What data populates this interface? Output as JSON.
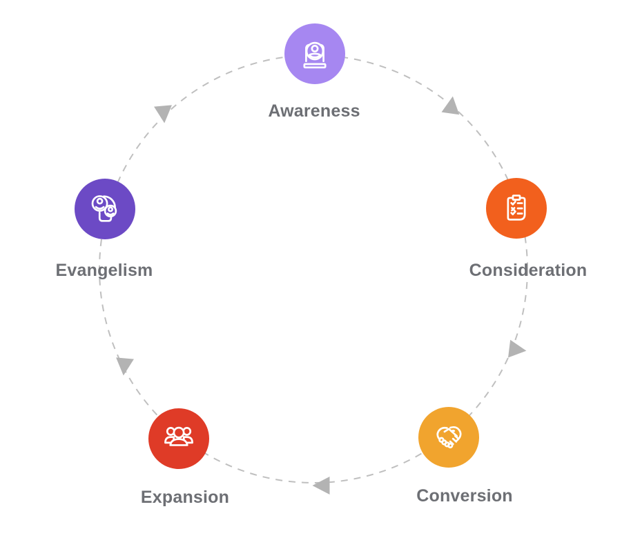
{
  "diagram": {
    "type": "cycle",
    "stages": [
      {
        "label": "Awareness",
        "icon": "webinar-laptop-icon",
        "color": "#a687f1"
      },
      {
        "label": "Consideration",
        "icon": "checklist-clipboard-icon",
        "color": "#f2601d"
      },
      {
        "label": "Conversion",
        "icon": "handshake-icon",
        "color": "#f1a42e"
      },
      {
        "label": "Expansion",
        "icon": "team-group-icon",
        "color": "#df3b27"
      },
      {
        "label": "Evangelism",
        "icon": "referral-people-icon",
        "color": "#6c4ac5"
      }
    ],
    "connector": {
      "shape": "dashed-circle",
      "color": "#bfbfbf",
      "arrow_color": "#b3b3b3"
    },
    "label_color": "#6d6f74",
    "background": "#ffffff"
  }
}
